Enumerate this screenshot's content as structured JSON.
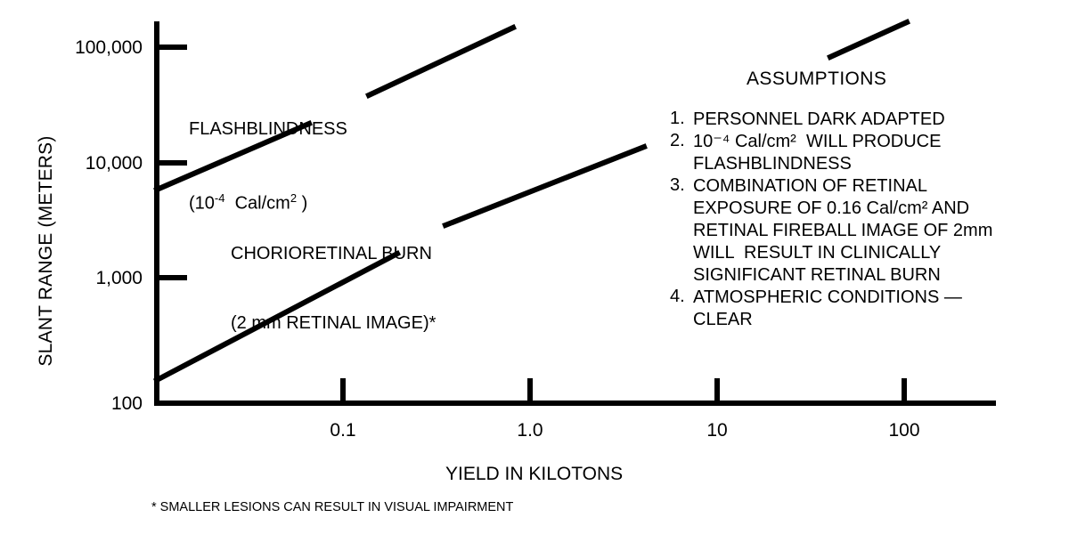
{
  "chart_data": {
    "type": "line",
    "title": "",
    "xlabel": "YIELD IN KILOTONS",
    "ylabel": "SLANT RANGE (METERS)",
    "xscale": "log",
    "yscale": "log",
    "xticks": [
      "0.1",
      "1.0",
      "10",
      "100"
    ],
    "xtick_values": [
      0.1,
      1.0,
      10,
      100
    ],
    "yticks": [
      "100,000",
      "10,000",
      "1,000",
      "100"
    ],
    "ytick_values": [
      100000,
      10000,
      1000,
      100
    ],
    "xlim": [
      0.0147,
      200
    ],
    "ylim": [
      100,
      200000
    ],
    "grid": false,
    "legend": "in-plot labels",
    "series": [
      {
        "name": "FLASHBLINDNESS",
        "sublabel": "(10^-4 Cal/cm^2)",
        "points": [
          {
            "x": 0.0147,
            "y": 6000
          },
          {
            "x": 0.1,
            "y": 22000
          },
          {
            "x": 1.0,
            "y": 150000
          }
        ]
      },
      {
        "name": "CHORIORETINAL BURN",
        "sublabel": "(2 mm RETINAL IMAGE)*",
        "points": [
          {
            "x": 0.0147,
            "y": 150
          },
          {
            "x": 1.0,
            "y": 2200
          },
          {
            "x": 4.0,
            "y": 13000
          }
        ]
      }
    ]
  },
  "axes": {
    "y_title": "SLANT RANGE (METERS)",
    "x_title": "YIELD IN KILOTONS",
    "y_labels": [
      "100,000",
      "10,000",
      "1,000",
      "100"
    ],
    "x_labels": [
      "0.1",
      "1.0",
      "10",
      "100"
    ]
  },
  "annotations": {
    "flashblindness": {
      "line1": "FLASHBLINDNESS",
      "line2_open": "(10",
      "line2_exp": "-4",
      "line2_mid": "  Cal/cm",
      "line2_exp2": "2",
      "line2_close": " )"
    },
    "chorioretinal": {
      "line1": "CHORIORETINAL BURN",
      "line2": "(2 mm RETINAL IMAGE)*"
    }
  },
  "assumptions": {
    "heading": "ASSUMPTIONS",
    "items": [
      {
        "number": "1.",
        "lines": [
          "PERSONNEL DARK ADAPTED"
        ]
      },
      {
        "number": "2.",
        "lines": [
          "10⁻⁴ Cal/cm²  WILL PRODUCE",
          "FLASHBLINDNESS"
        ]
      },
      {
        "number": "3.",
        "lines": [
          "COMBINATION OF RETINAL",
          "EXPOSURE OF 0.16 Cal/cm² AND",
          "RETINAL FIREBALL IMAGE OF 2mm",
          "WILL  RESULT IN CLINICALLY",
          "SIGNIFICANT RETINAL BURN"
        ]
      },
      {
        "number": "4.",
        "lines": [
          "ATMOSPHERIC CONDITIONS —",
          "CLEAR"
        ]
      }
    ]
  },
  "footnote": {
    "text": "* SMALLER LESIONS CAN RESULT IN VISUAL IMPAIRMENT"
  },
  "colors": {
    "ink": "#000000",
    "background": "#ffffff"
  }
}
